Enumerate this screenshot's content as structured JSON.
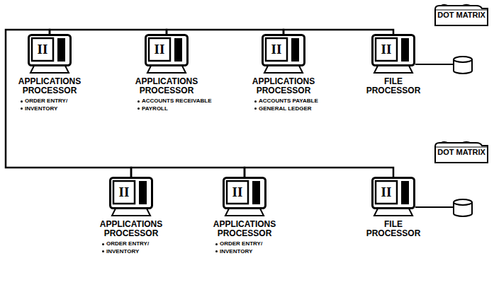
{
  "diagram": {
    "nodes": [
      {
        "text": [
          "DOT MATRIX"
        ]
      },
      {
        "text": [
          "II",
          "APPLICATIONS PROCESSOR",
          "ORDER ENTRY/",
          "INVENTORY"
        ]
      },
      {
        "text": [
          "II",
          "APPLICATIONS PROCESSOR",
          "ACCOUNTS RECEIVABLE",
          "PAYROLL"
        ]
      },
      {
        "text": [
          "II",
          "APPLICATIONS PROCESSOR",
          "ACCOUNTS PAYABLE",
          "GENERAL LEDGER"
        ]
      },
      {
        "text": [
          "II",
          "FILE PROCESSOR"
        ]
      },
      {
        "text": [
          "DOT MATRIX"
        ]
      },
      {
        "text": [
          "II",
          "APPLICATIONS PROCESSOR",
          "ORDER ENTRY/",
          "INVENTORY"
        ]
      },
      {
        "text": [
          "II",
          "APPLICATIONS PROCESSOR",
          "ORDER ENTRY/",
          "INVENTORY"
        ]
      },
      {
        "text": [
          "II",
          "FILE PROCESSOR"
        ]
      }
    ],
    "edges": [
      {
        "from": 1,
        "to": 2,
        "arrow": "none"
      },
      {
        "from": 2,
        "to": 3,
        "arrow": "none"
      },
      {
        "from": 3,
        "to": 4,
        "arrow": "none"
      },
      {
        "from": 1,
        "to": 6,
        "arrow": "none"
      },
      {
        "from": 6,
        "to": 7,
        "arrow": "none"
      },
      {
        "from": 7,
        "to": 8,
        "arrow": "none"
      }
    ]
  }
}
